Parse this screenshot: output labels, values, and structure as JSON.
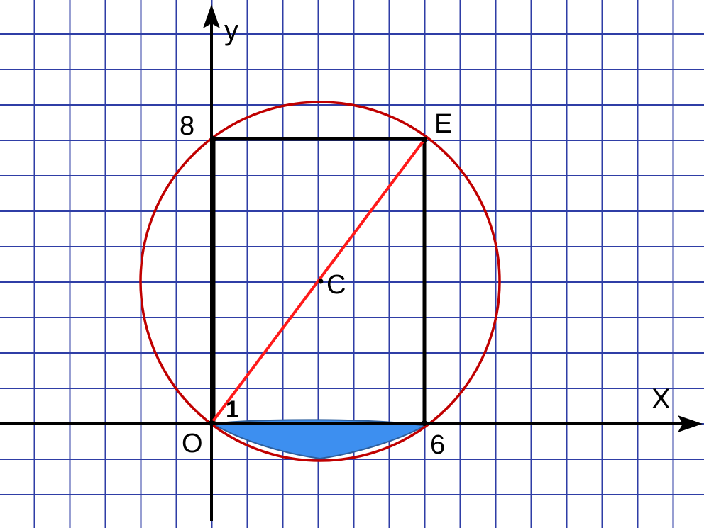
{
  "diagram": {
    "labels": {
      "y_axis": "y",
      "x_axis": "X",
      "origin": "O",
      "tick_y": "8",
      "tick_x": "6",
      "point_e": "E",
      "point_c": "C",
      "unit": "1"
    },
    "colors": {
      "grid": "#2f3ea6",
      "axes": "#000000",
      "rectangle": "#000000",
      "circle": "#c00000",
      "diagonal": "#ff1a1a",
      "segment_fill": "#3d8ff0",
      "segment_stroke": "#2e5f9c"
    }
  }
}
